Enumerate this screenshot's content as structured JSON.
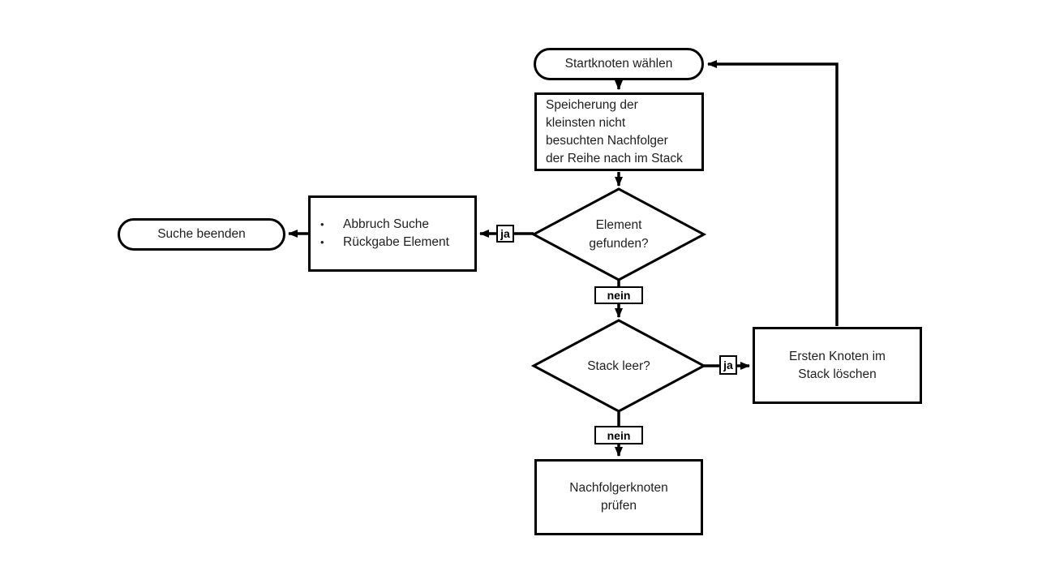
{
  "diagram": {
    "language": "de",
    "colors": {
      "stroke": "#000000",
      "text": "#1f1f1f",
      "background": "#ffffff"
    },
    "nodes": {
      "start": {
        "type": "terminator",
        "label": "Startknoten wählen"
      },
      "store": {
        "type": "process",
        "label": "Speicherung der\nkleinsten nicht\nbesuchten Nachfolger\nder Reihe nach im Stack"
      },
      "decision_found": {
        "type": "decision",
        "label": "Element\ngefunden?"
      },
      "abort": {
        "type": "process",
        "items": [
          "Abbruch Suche",
          "Rückgabe Element"
        ]
      },
      "end": {
        "type": "terminator",
        "label": "Suche beenden"
      },
      "decision_empty": {
        "type": "decision",
        "label": "Stack leer?"
      },
      "delete_first": {
        "type": "process",
        "label": "Ersten Knoten im\nStack löschen"
      },
      "check_successor": {
        "type": "process",
        "label": "Nachfolgerknoten\nprüfen"
      }
    },
    "edge_labels": {
      "found_yes": "ja",
      "found_no": "nein",
      "empty_yes": "ja",
      "empty_no": "nein"
    }
  }
}
